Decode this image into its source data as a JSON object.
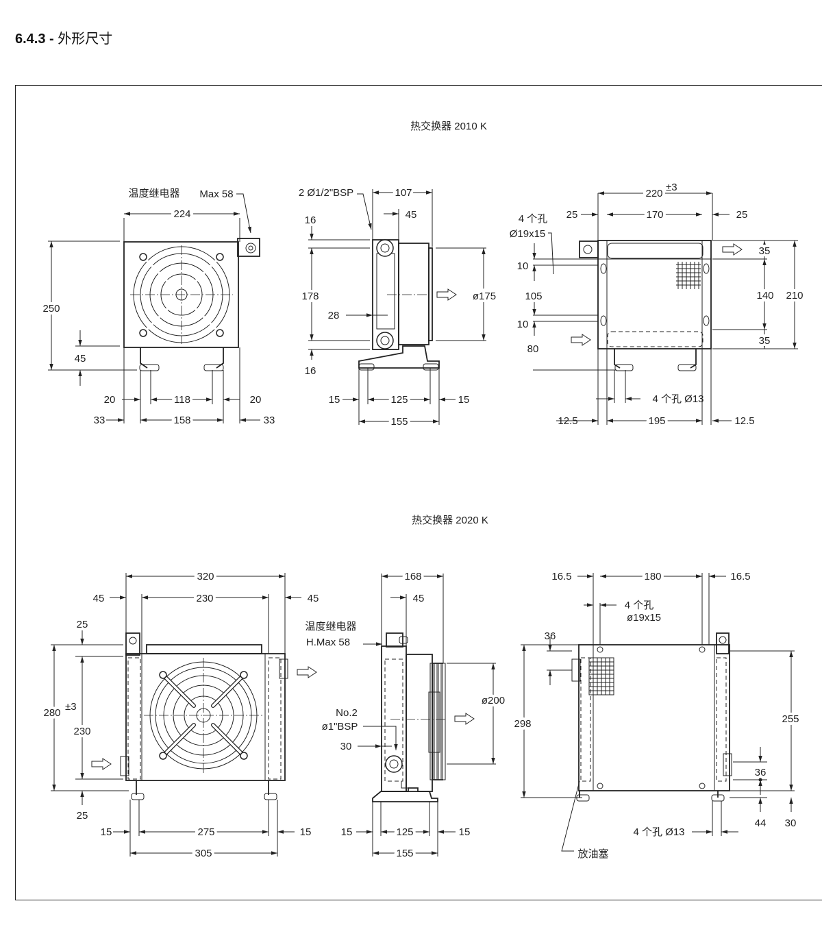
{
  "section": {
    "number": "6.4.3 -",
    "title": "外形尺寸"
  },
  "drawings": [
    {
      "title": "热交换器  2010 K",
      "front": {
        "labels": {
          "thermostat": "温度继电器",
          "max": "Max 58"
        },
        "dims": {
          "width": "224",
          "height": "250",
          "foot_h": "45",
          "foot_left": "20",
          "foot_mid": "118",
          "foot_right": "20",
          "base_left": "33",
          "base_mid": "158",
          "base_right": "33"
        }
      },
      "side": {
        "labels": {
          "port": "2 Ø1/2\"BSP",
          "diam": "ø175"
        },
        "dims": {
          "depth": "107",
          "fan": "45",
          "top": "16",
          "height": "178",
          "mid": "28",
          "bottom": "16",
          "foot_left": "15",
          "foot_mid": "125",
          "foot_right": "15",
          "base": "155"
        }
      },
      "rear": {
        "labels": {
          "holes_top": "4 个孔",
          "holes_top_size": "Ø19x15",
          "holes_bottom": "4 个孔 Ø13",
          "tol": "±3"
        },
        "dims": {
          "width": "220",
          "left": "25",
          "mid": "170",
          "right": "25",
          "h10a": "10",
          "h105": "105",
          "h10b": "10",
          "h80": "80",
          "r35a": "35",
          "r140": "140",
          "r210": "210",
          "r35b": "35",
          "base_left": "12.5",
          "base_mid": "195",
          "base_right": "12.5"
        }
      }
    },
    {
      "title": "热交换器    2020 K",
      "front": {
        "labels": {
          "tol": "±3"
        },
        "dims": {
          "width": "320",
          "left": "45",
          "mid": "230",
          "right": "45",
          "top": "25",
          "height": "280",
          "inner": "230",
          "bottom": "25",
          "foot_left": "15",
          "foot_mid": "275",
          "foot_right": "15",
          "base": "305"
        }
      },
      "side": {
        "labels": {
          "thermostat": "温度继电器",
          "max": "H.Max 58",
          "no2": "No.2",
          "port": "ø1\"BSP",
          "diam": "ø200"
        },
        "dims": {
          "depth": "168",
          "fan": "45",
          "offset": "30",
          "foot_left": "15",
          "foot_mid": "125",
          "foot_right": "15",
          "base": "155"
        }
      },
      "rear": {
        "labels": {
          "holes_top": "4 个孔",
          "holes_top_size": "ø19x15",
          "holes_bottom": "4 个孔 Ø13",
          "drain": "放油塞"
        },
        "dims": {
          "left": "16.5",
          "mid": "180",
          "right": "16.5",
          "top36": "36",
          "height": "298",
          "r255": "255",
          "r36": "36",
          "r44": "44",
          "r30": "30"
        }
      }
    }
  ]
}
